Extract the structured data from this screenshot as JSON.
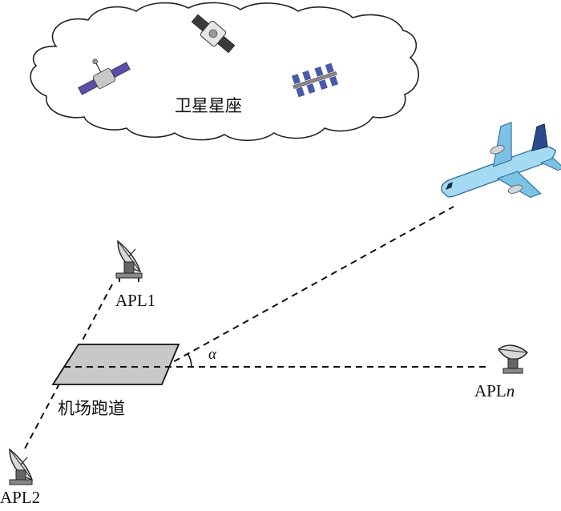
{
  "cloud_label": "卫星星座",
  "runway_label": "机场跑道",
  "angle_symbol": "α",
  "stations": [
    {
      "name": "APL1"
    },
    {
      "name": "APL2"
    },
    {
      "prefix": "APL",
      "suffix": "n"
    }
  ]
}
